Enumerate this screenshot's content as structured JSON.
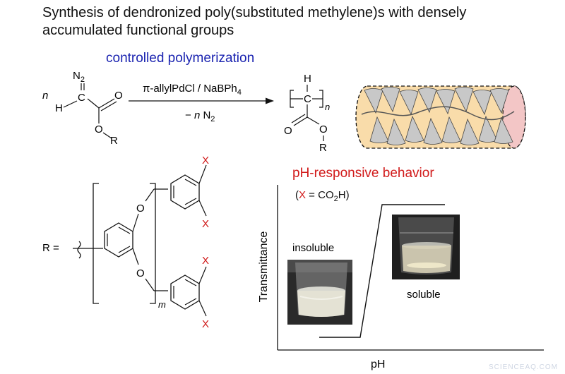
{
  "title_line1": "Synthesis of dendronized poly(substituted methylene)s with densely",
  "title_line2": "accumulated functional groups",
  "controlled_polymerization": "controlled polymerization",
  "reaction": {
    "reagent": "π-allylPdCl / NaBPh",
    "reagent_sub": "4",
    "byproduct_prefix": "− ",
    "byproduct_n": "n",
    "byproduct_mol": " N",
    "byproduct_sub": "2",
    "monomer_coeff": "n",
    "n2_label": "N",
    "n2_sub": "2",
    "h_label": "H",
    "c_label": "C",
    "o_label": "O",
    "r_label": "R",
    "polymer_n": "n"
  },
  "dendron": {
    "r_equals": "R =",
    "o_label": "O",
    "x_label": "X",
    "m_label": "m"
  },
  "ph_title": "pH-responsive behavior",
  "x_definition": {
    "open": "(",
    "x": "X",
    "eq": " = CO",
    "sub": "2",
    "close": "H)"
  },
  "plot": {
    "y_axis_label": "Transmittance",
    "x_axis_label": "pH",
    "insoluble_label": "insoluble",
    "soluble_label": "soluble"
  },
  "watermark": "SCIENCEAQ.COM",
  "colors": {
    "blue": "#1a23b0",
    "red": "#d11a1a",
    "cylinder_fill": "#f9dcaa",
    "dendron_gray": "#c8c8c8"
  }
}
